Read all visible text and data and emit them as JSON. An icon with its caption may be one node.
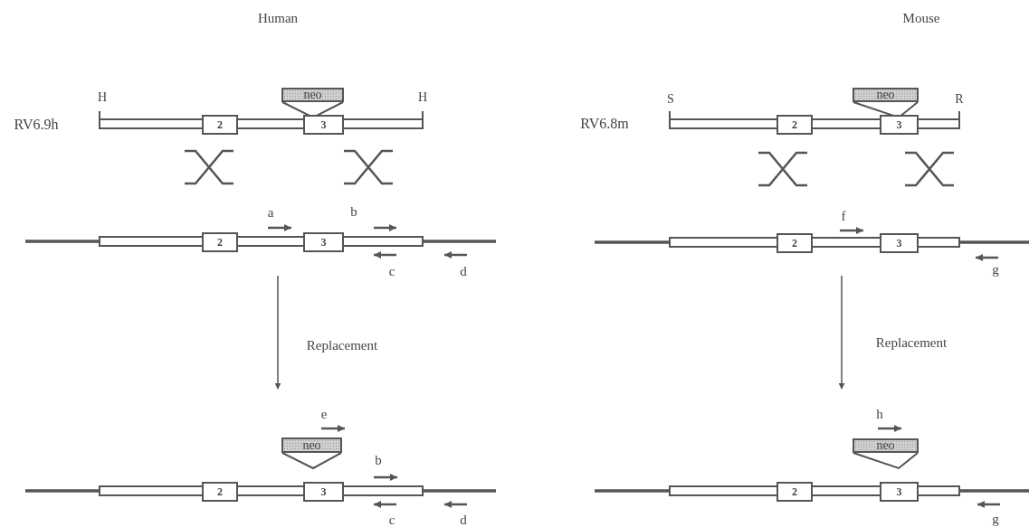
{
  "diagram": {
    "nodes": [
      {
        "text": [
          "neo"
        ]
      },
      {
        "text": [
          "2"
        ]
      },
      {
        "text": [
          "3"
        ]
      },
      {
        "text": [
          "neo"
        ]
      },
      {
        "text": [
          "2"
        ]
      },
      {
        "text": [
          "3"
        ]
      },
      {
        "text": [
          "2"
        ]
      },
      {
        "text": [
          "3"
        ]
      },
      {
        "text": [
          "2"
        ]
      },
      {
        "text": [
          "3"
        ]
      },
      {
        "text": [
          "neo"
        ]
      },
      {
        "text": [
          "2"
        ]
      },
      {
        "text": [
          "3"
        ]
      },
      {
        "text": [
          "neo"
        ]
      },
      {
        "text": [
          "2"
        ]
      },
      {
        "text": [
          "3"
        ]
      }
    ],
    "labels": [
      "Human",
      "Mouse",
      "H",
      "H",
      "S",
      "R",
      "RV6.9h",
      "RV6.8m",
      "a",
      "b",
      "f",
      "c",
      "d",
      "g",
      "Replacement",
      "Replacement",
      "e",
      "h",
      "b",
      "c",
      "d",
      "g"
    ]
  }
}
